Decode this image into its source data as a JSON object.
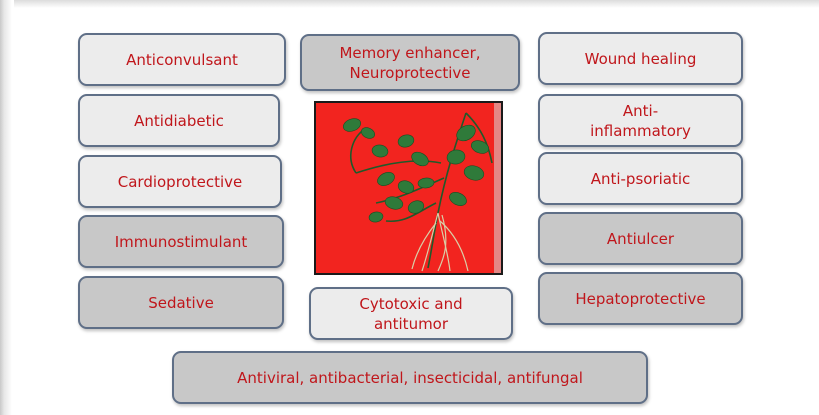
{
  "boxes": {
    "anticonvulsant": "Anticonvulsant",
    "memory": "Memory enhancer,\nNeuroprotective",
    "wound": "Wound healing",
    "antidiabetic": "Antidiabetic",
    "antiinflammatory": "Anti-\ninflammatory",
    "cardioprotective": "Cardioprotective",
    "antipsoriatic": "Anti-psoriatic",
    "immunostimulant": "Immunostimulant",
    "antiulcer": "Antiulcer",
    "sedative": "Sedative",
    "cytotoxic": "Cytotoxic and\nantitumor",
    "hepatoprotective": "Hepatoprotective",
    "antiviral": "Antiviral, antibacterial, insecticidal, antifungal"
  },
  "colors": {
    "text": "#c0161b",
    "border": "#5f6f87",
    "box_light": "#ececec",
    "box_dark": "#c8c8c8",
    "photo_background": "#f2241f"
  },
  "photo": {
    "subject": "plant-specimen-on-red-background"
  }
}
